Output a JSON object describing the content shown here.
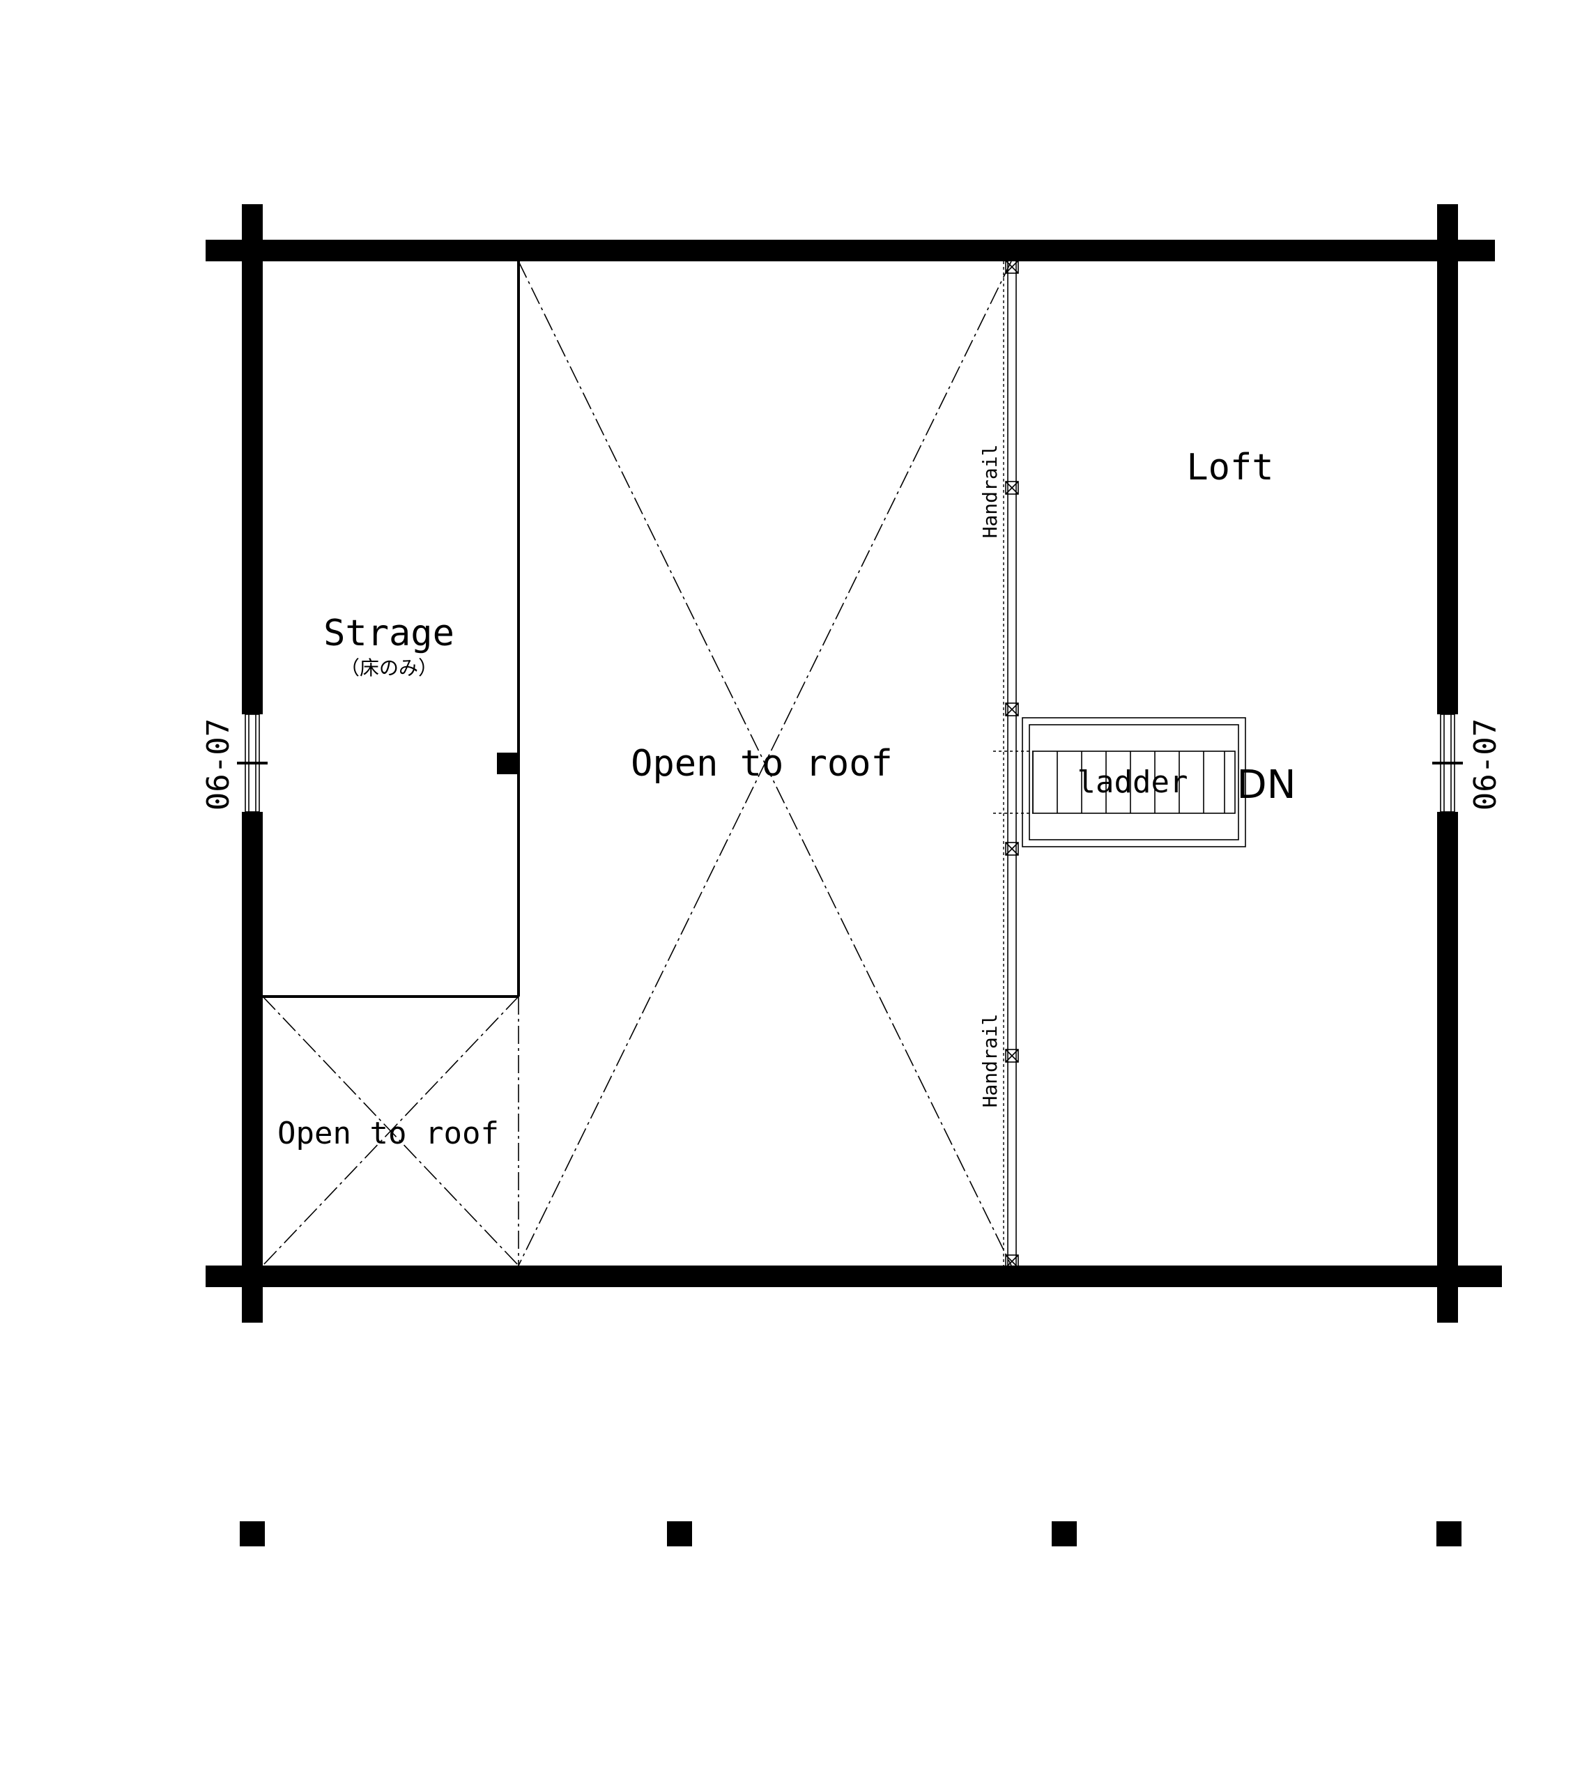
{
  "labels": {
    "loft": "Loft",
    "storage": "Strage",
    "storage_note": "（床のみ）",
    "open_main": "Open to roof",
    "open_small": "Open to roof",
    "ladder": "ladder",
    "down": "DN",
    "handrail_upper": "Handrail",
    "handrail_lower": "Handrail",
    "window_left": "06-07",
    "window_right": "06-07"
  },
  "colors": {
    "ink": "#000000",
    "paper": "#ffffff"
  }
}
